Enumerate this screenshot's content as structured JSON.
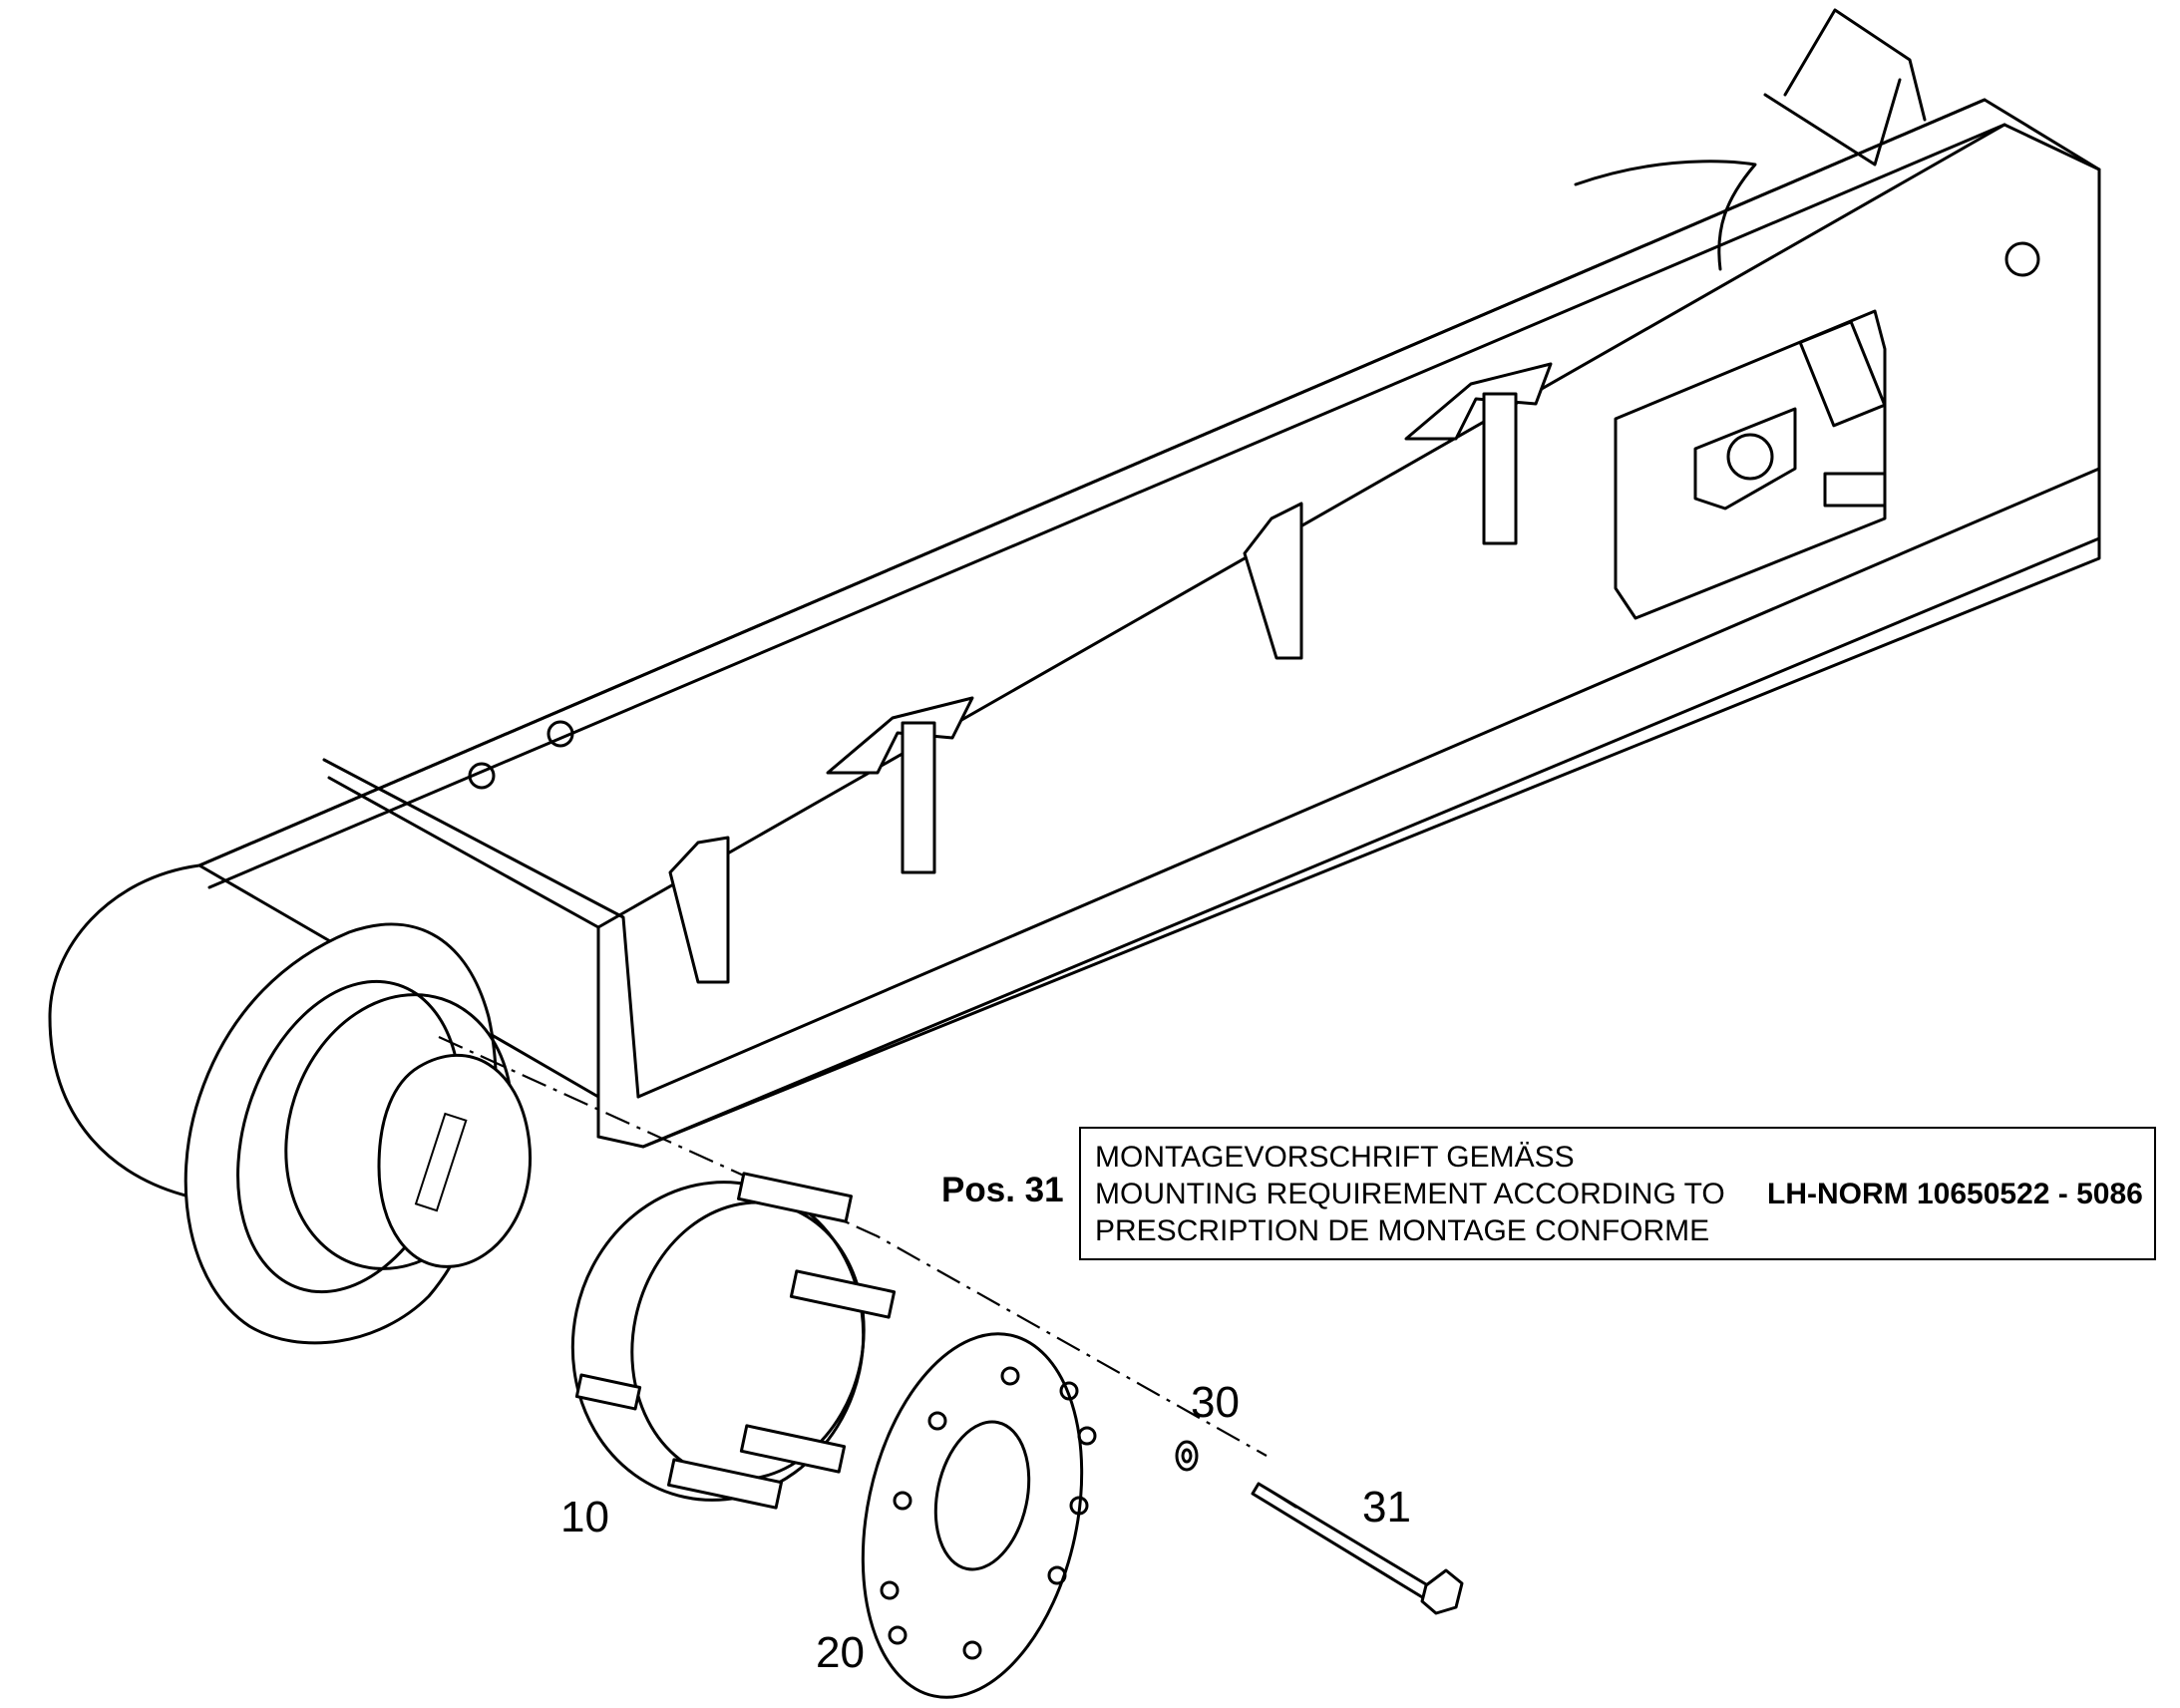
{
  "callouts": {
    "ring": "10",
    "plate": "20",
    "washer": "30",
    "bolt": "31"
  },
  "note": {
    "pos_label": "Pos. 31",
    "line_de": "MONTAGEVORSCHRIFT GEMÄSS",
    "line_en": "MOUNTING REQUIREMENT ACCORDING TO",
    "line_fr": "PRESCRIPTION DE MONTAGE CONFORME",
    "standard_ref": "LH-NORM 10650522 - 5086"
  },
  "colors": {
    "line": "#000000",
    "background": "#ffffff"
  }
}
